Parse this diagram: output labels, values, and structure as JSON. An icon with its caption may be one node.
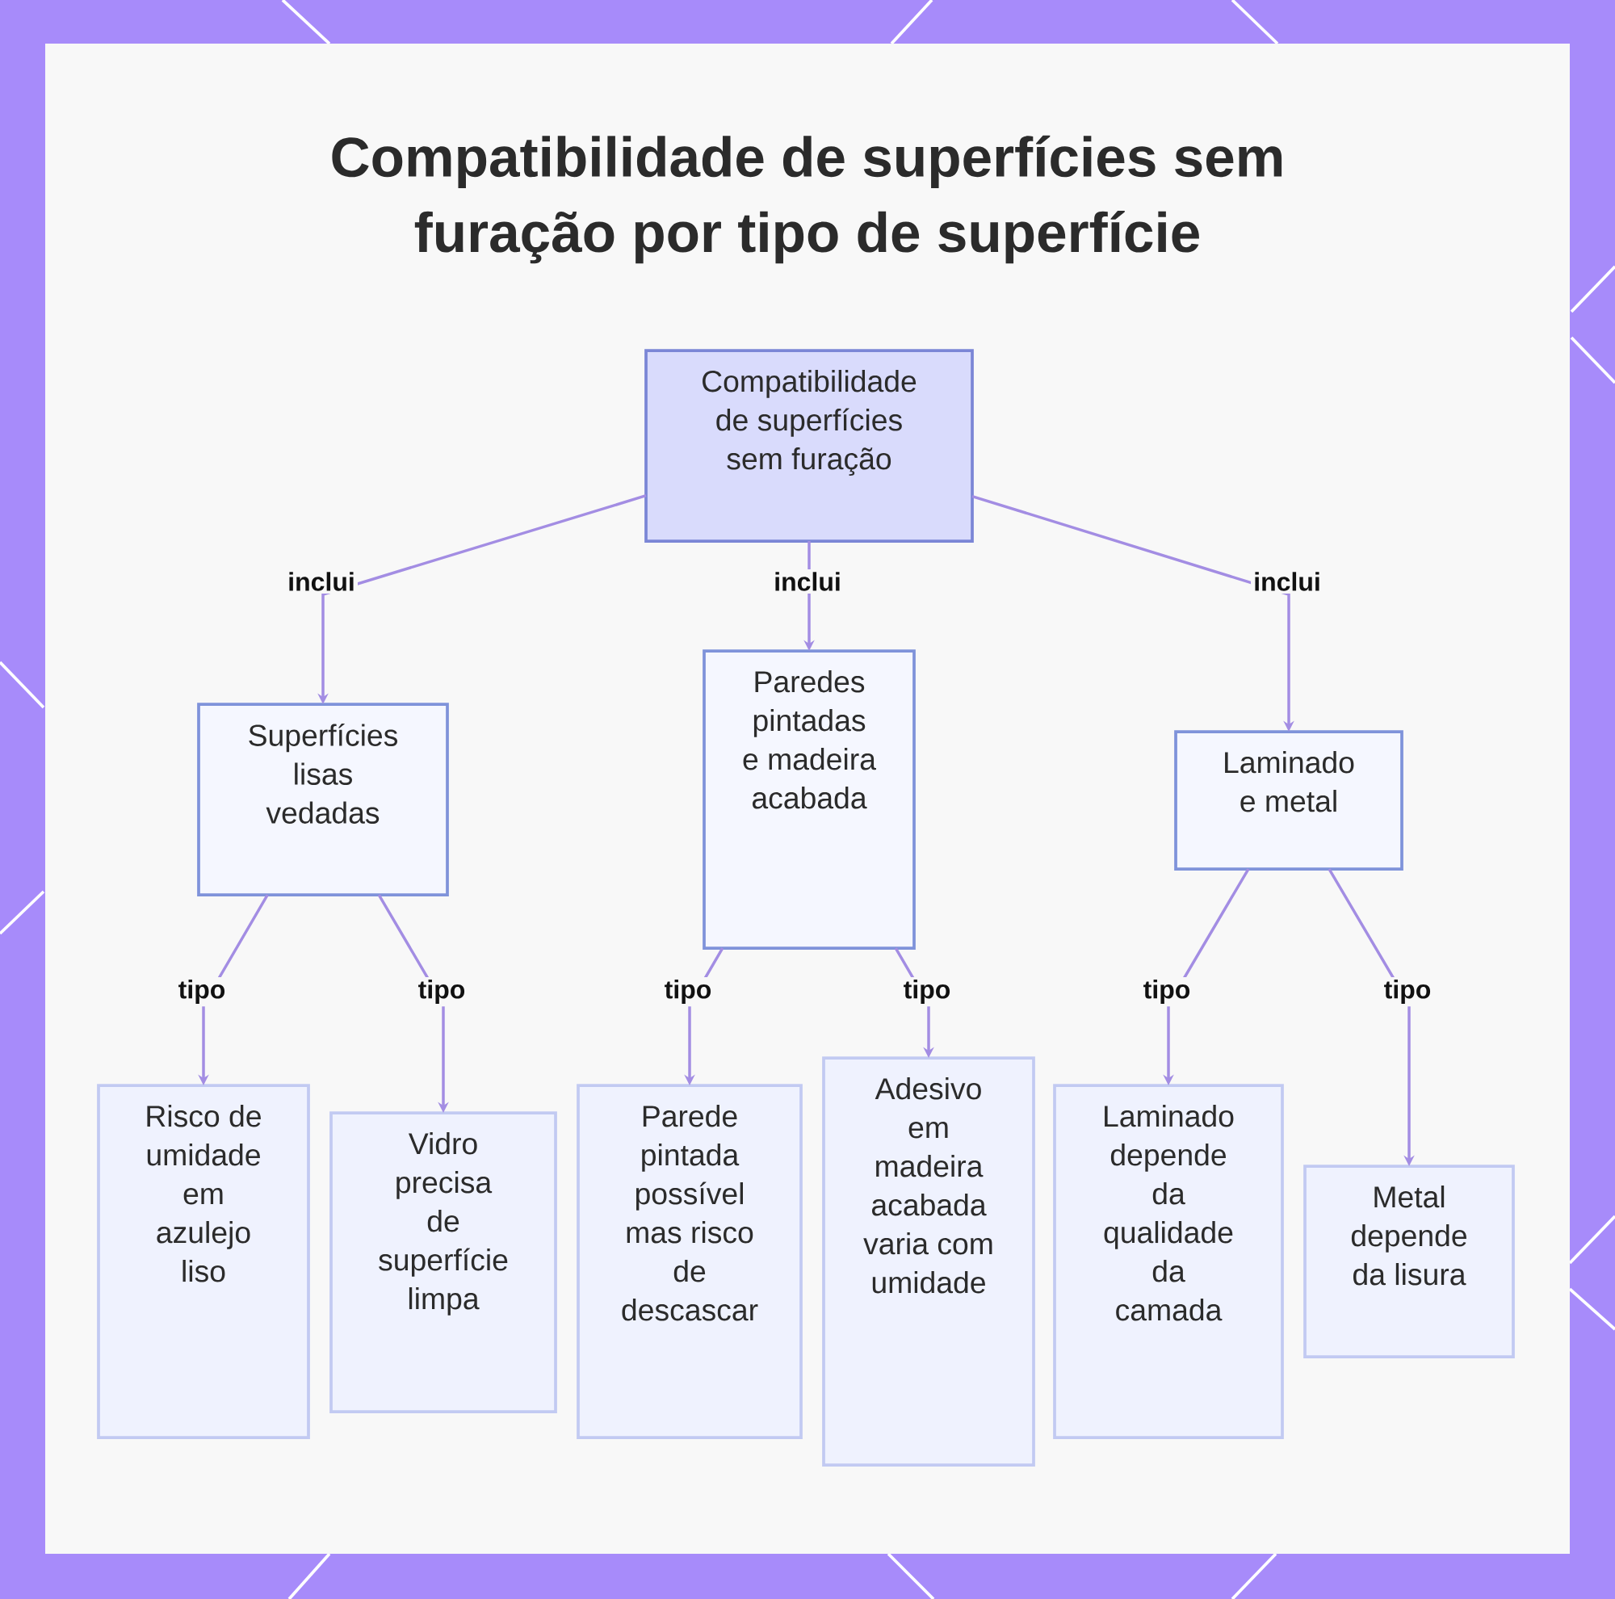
{
  "diagram": {
    "title": "Compatibilidade de superfícies sem furação por tipo de superfície",
    "nodes": [
      {
        "text": [
          "Compatibilidade de superfícies sem furação"
        ]
      },
      {
        "text": [
          "Superfícies lisas vedadas"
        ]
      },
      {
        "text": [
          "Paredes pintadas e madeira acabada"
        ]
      },
      {
        "text": [
          "Laminado e metal"
        ]
      },
      {
        "text": [
          "Risco de umidade em azulejo liso"
        ]
      },
      {
        "text": [
          "Vidro precisa de superfície limpa"
        ]
      },
      {
        "text": [
          "Parede pintada possível mas risco de descascar"
        ]
      },
      {
        "text": [
          "Adesivo em madeira acabada varia com umidade"
        ]
      },
      {
        "text": [
          "Laminado depende da qualidade da camada"
        ]
      },
      {
        "text": [
          "Metal depende da lisura"
        ]
      }
    ],
    "edges": [
      {
        "from": 0,
        "to": 1,
        "arrow": "to",
        "label": "inclui"
      },
      {
        "from": 0,
        "to": 2,
        "arrow": "to",
        "label": "inclui"
      },
      {
        "from": 0,
        "to": 3,
        "arrow": "to",
        "label": "inclui"
      },
      {
        "from": 1,
        "to": 4,
        "arrow": "to",
        "label": "tipo"
      },
      {
        "from": 1,
        "to": 5,
        "arrow": "to",
        "label": "tipo"
      },
      {
        "from": 2,
        "to": 6,
        "arrow": "to",
        "label": "tipo"
      },
      {
        "from": 2,
        "to": 7,
        "arrow": "to",
        "label": "tipo"
      },
      {
        "from": 3,
        "to": 8,
        "arrow": "to",
        "label": "tipo"
      },
      {
        "from": 3,
        "to": 9,
        "arrow": "to",
        "label": "tipo"
      }
    ]
  }
}
